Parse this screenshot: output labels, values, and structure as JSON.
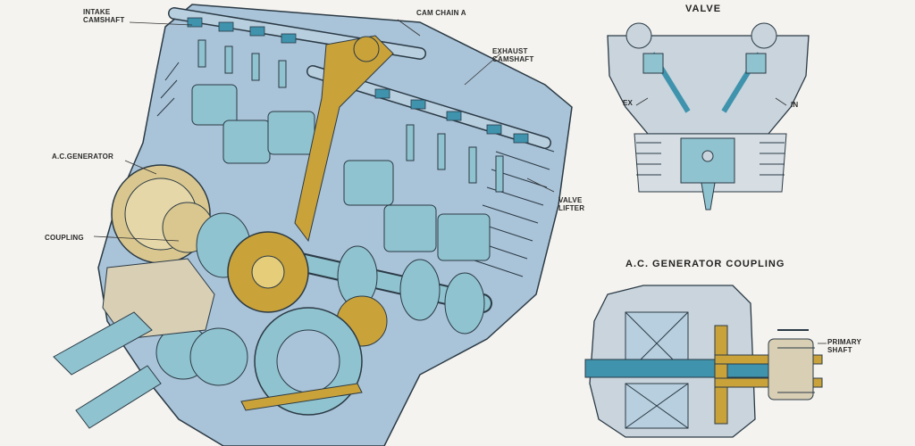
{
  "labels": {
    "intake_camshaft": "INTAKE\nCAMSHAFT",
    "cam_chain_a": "CAM CHAIN A",
    "exhaust_camshaft": "EXHAUST\nCAMSHAFT",
    "ac_generator": "A.C.GENERATOR",
    "coupling": "COUPLING",
    "valve_lifter": "VALVE\nLIFTER"
  },
  "valve_view": {
    "title": "VALVE",
    "ex": "EX",
    "in": "IN"
  },
  "coupling_view": {
    "title": "A.C. GENERATOR COUPLING",
    "primary_shaft": "PRIMARY\nSHAFT"
  },
  "colors": {
    "background": "#f4f3ef",
    "engine_blue": "#a9c3d8",
    "cylinder_teal": "#8fc3cf",
    "valve_teal": "#3f93ad",
    "chain_gold": "#c9a23a",
    "outline": "#2b3a45"
  }
}
